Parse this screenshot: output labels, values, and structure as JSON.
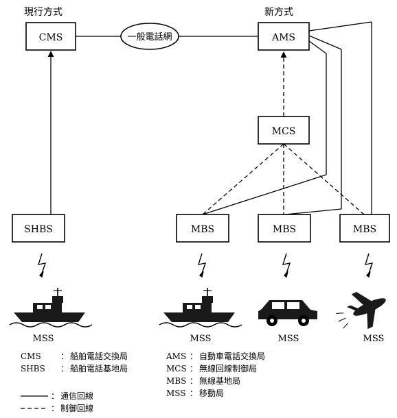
{
  "headers": {
    "current": "現行方式",
    "new": "新方式"
  },
  "nodes": {
    "cms": "CMS",
    "network": "一般電話網",
    "ams": "AMS",
    "mcs": "MCS",
    "shbs": "SHBS",
    "mbs1": "MBS",
    "mbs2": "MBS",
    "mbs3": "MBS"
  },
  "stations": [
    "MSS",
    "MSS",
    "MSS",
    "MSS"
  ],
  "legend_abbr": {
    "left": [
      {
        "abbr": "CMS",
        "sep": "：",
        "desc": "船舶電話交換局"
      },
      {
        "abbr": "SHBS",
        "sep": "：",
        "desc": "船舶電話基地局"
      }
    ],
    "right": [
      {
        "abbr": "AMS",
        "sep": "：",
        "desc": "自動車電話交換局"
      },
      {
        "abbr": "MCS",
        "sep": "：",
        "desc": "無線回線制御局"
      },
      {
        "abbr": "MBS",
        "sep": "：",
        "desc": "無線基地局"
      },
      {
        "abbr": "MSS",
        "sep": "：",
        "desc": "移動局"
      }
    ]
  },
  "legend_lines": [
    {
      "style": "solid",
      "sep": "：",
      "label": "通信回線"
    },
    {
      "style": "dashed",
      "sep": "：",
      "label": "制御回線"
    }
  ]
}
